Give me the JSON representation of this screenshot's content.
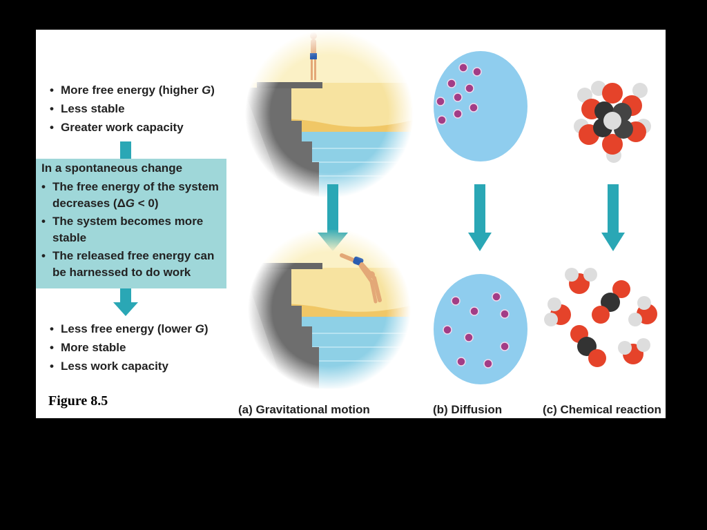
{
  "left_panel": {
    "top_items": [
      "More free energy (higher G)",
      "Less stable",
      "Greater work capacity"
    ],
    "box_title": "In a spontaneous change",
    "box_items": [
      "The free energy of the system decreases (ΔG < 0)",
      "The system becomes more stable",
      "The released free energy can be harnessed to do work"
    ],
    "bottom_items": [
      "Less free energy (lower G)",
      "More stable",
      "Less work capacity"
    ]
  },
  "figure_label": "Figure 8.5",
  "captions": {
    "a": "(a) Gravitational motion",
    "b": "(b) Diffusion",
    "c": "(c) Chemical reaction"
  },
  "colors": {
    "teal_box": "#9fd7d9",
    "arrow": "#2aa7b5",
    "water": "#8ed0e6",
    "sky": "#fbf1c6",
    "diffusion_circle": "#8fcdee",
    "molecule": "#a23d86",
    "oxygen": "#e5432a",
    "carbon": "#333333",
    "hydrogen": "#dddddd"
  }
}
